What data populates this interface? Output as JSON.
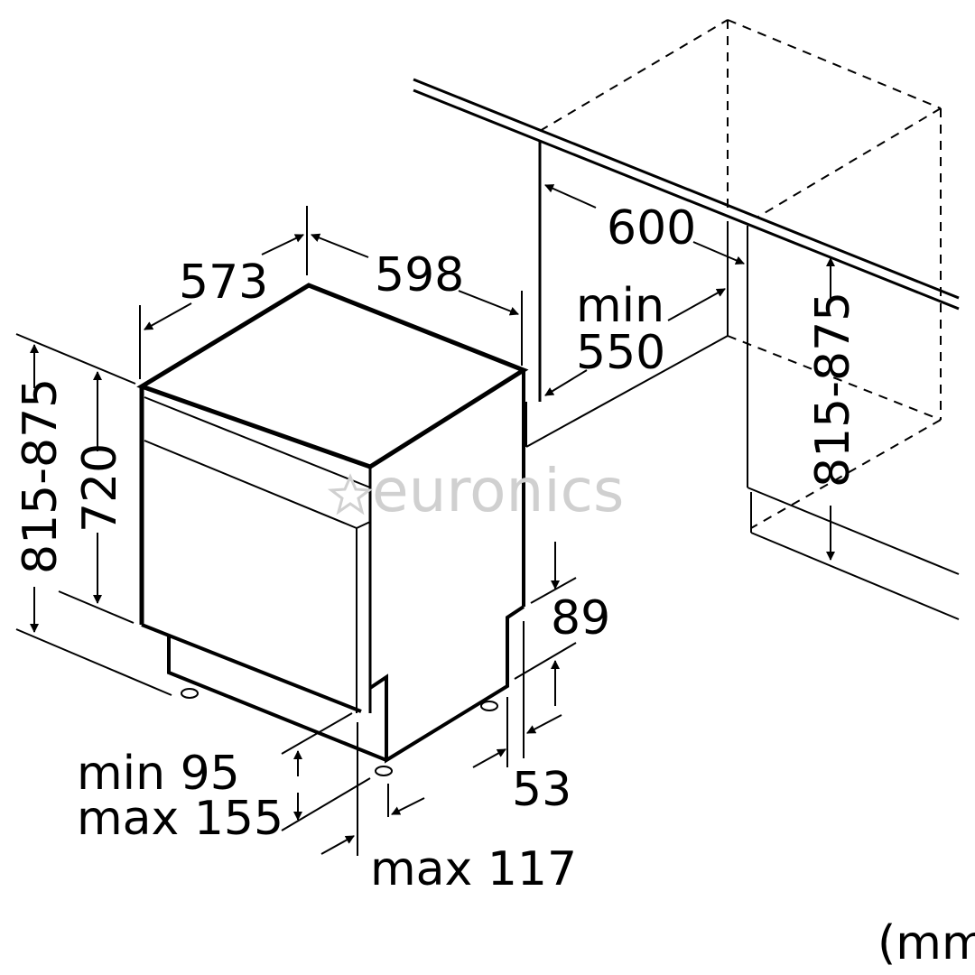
{
  "diagram": {
    "type": "technical-dimension-drawing",
    "subject": "built-under dishwasher installation dimensions",
    "units_label": "(mm",
    "watermark": "euronics",
    "colors": {
      "line": "#000000",
      "watermark": "#d0d0d0",
      "background": "#ffffff"
    },
    "dimensions": {
      "depth": "573",
      "width": "598",
      "niche_width": "600",
      "niche_depth_min_line1": "min",
      "niche_depth_min_line2": "550",
      "total_height": "815-875",
      "body_height": "720",
      "niche_height": "815-875",
      "plinth_height": "89",
      "plinth_offset": "53",
      "feet_line1": "min 95",
      "feet_line2": "max 155",
      "door_overhang": "max 117"
    }
  }
}
